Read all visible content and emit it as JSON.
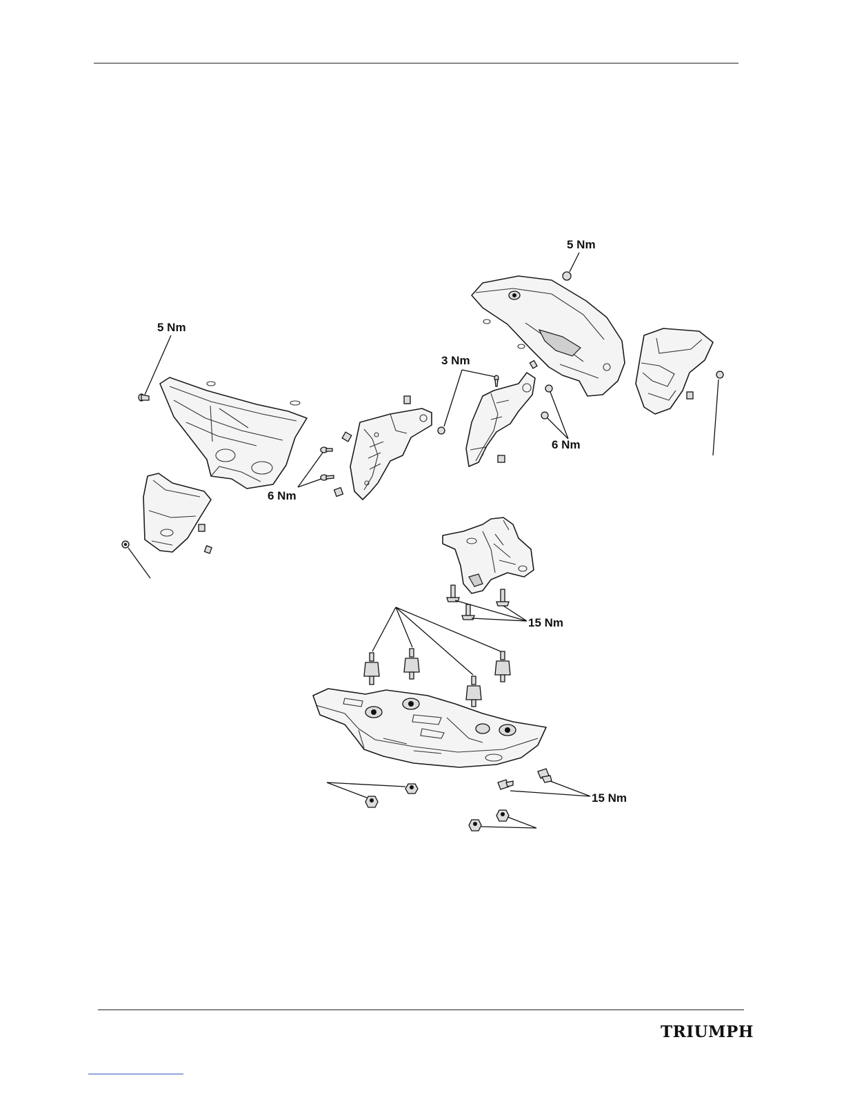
{
  "labels": {
    "t1": "5 Nm",
    "t2": "5 Nm",
    "t3": "3 Nm",
    "t4": "6 Nm",
    "t5": "6 Nm",
    "t6": "15 Nm",
    "t7": "15 Nm"
  },
  "footer": {
    "brand": "TRIUMPH"
  }
}
